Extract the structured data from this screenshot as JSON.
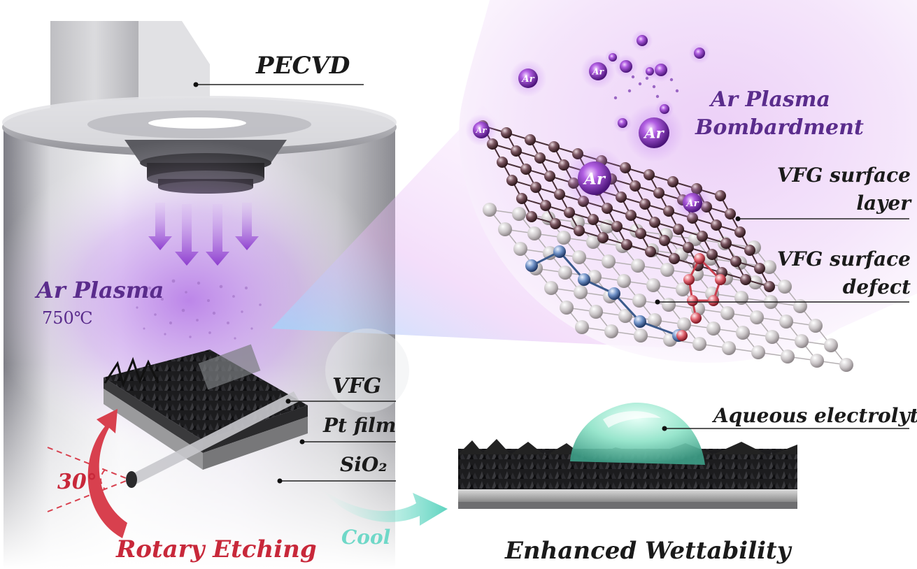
{
  "labels": {
    "pecvd": "PECVD",
    "ar_plasma": "Ar Plasma",
    "temperature": "750℃",
    "vfg": "VFG",
    "pt_film": "Pt film",
    "sio2": "SiO₂",
    "angle": "30°",
    "rotary_etching": "Rotary Etching",
    "cool": "Cool",
    "enhanced_wettability": "Enhanced Wettability",
    "aqueous_electrolyte": "Aqueous electrolyte",
    "ar_bombardment_line1": "Ar Plasma",
    "ar_bombardment_line2": "Bombardment",
    "surface_layer_line1": "VFG surface",
    "surface_layer_line2": "layer",
    "surface_defect_line1": "VFG surface",
    "surface_defect_line2": "defect",
    "ar_atom": "Ar"
  },
  "colors": {
    "plasma_purple": "#a05ad8",
    "label_purple": "#5a2c8c",
    "rotary_red": "#c8283a",
    "cool_teal": "#6fd8c8",
    "defect_red": "#d8485a",
    "surface_blue": "#5a7cb0",
    "electrolyte": "#7fd9c0"
  }
}
